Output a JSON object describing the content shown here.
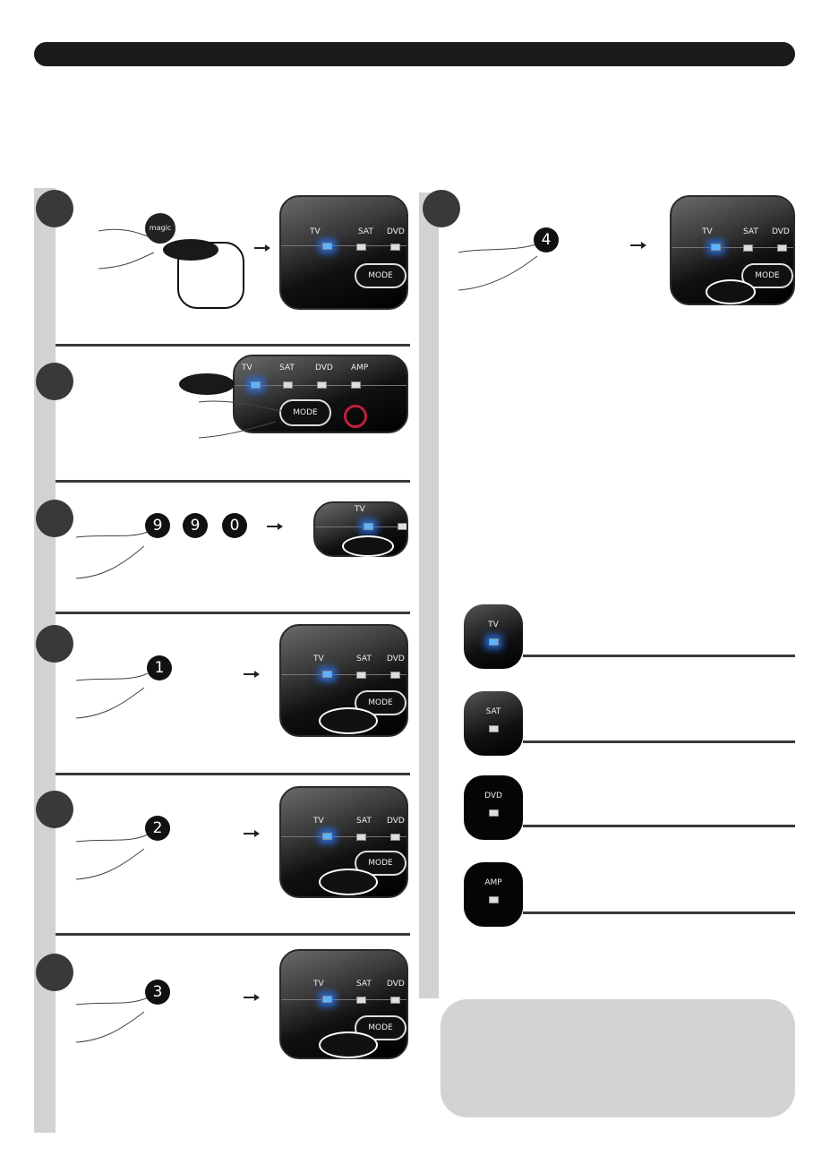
{
  "labels": {
    "tv": "TV",
    "sat": "SAT",
    "dvd": "DVD",
    "amp": "AMP",
    "mode": "MODE",
    "magic": "magic"
  },
  "steps": {
    "step3_digits": [
      "9",
      "9",
      "0"
    ],
    "step4_digit": "1",
    "step5_digit": "2",
    "step6_digit": "3",
    "step7_digit": "4"
  },
  "colors": {
    "led_active": "#5ab4ff",
    "bar": "#1c1a1a",
    "strip": "#d2d2d2"
  }
}
